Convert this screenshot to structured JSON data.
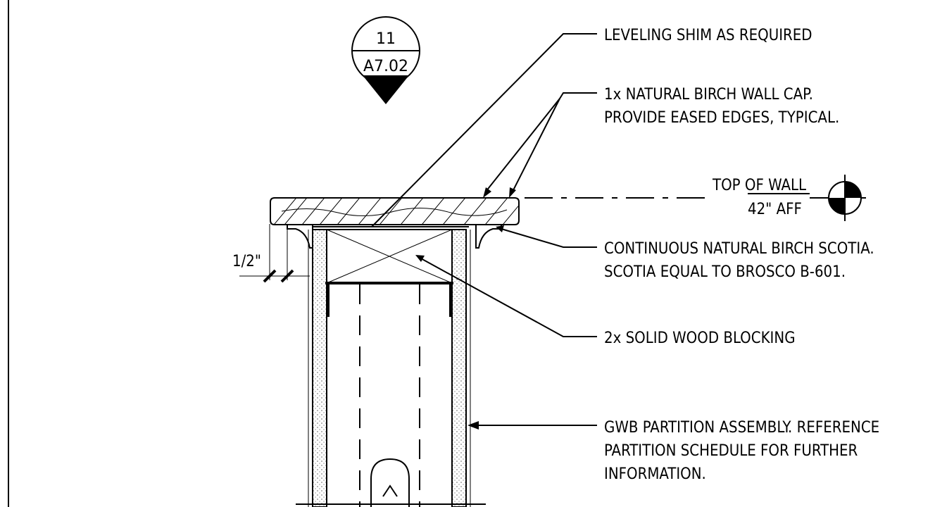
{
  "detail_tag": {
    "number": "11",
    "sheet": "A7.02"
  },
  "notes": {
    "shim": "LEVELING SHIM AS REQUIRED",
    "cap_line1": "1x NATURAL BIRCH WALL CAP.",
    "cap_line2": "PROVIDE EASED EDGES, TYPICAL.",
    "scotia_line1": "CONTINUOUS NATURAL BIRCH SCOTIA.",
    "scotia_line2": "SCOTIA EQUAL TO BROSCO B-601.",
    "blocking": "2x SOLID WOOD BLOCKING",
    "gwb_line1": "GWB PARTITION ASSEMBLY.   REFERENCE",
    "gwb_line2": "PARTITION SCHEDULE FOR FURTHER",
    "gwb_line3": "INFORMATION."
  },
  "elevation": {
    "label": "TOP OF WALL",
    "value": "42\" AFF"
  },
  "dimension": {
    "label": "1/2\""
  }
}
